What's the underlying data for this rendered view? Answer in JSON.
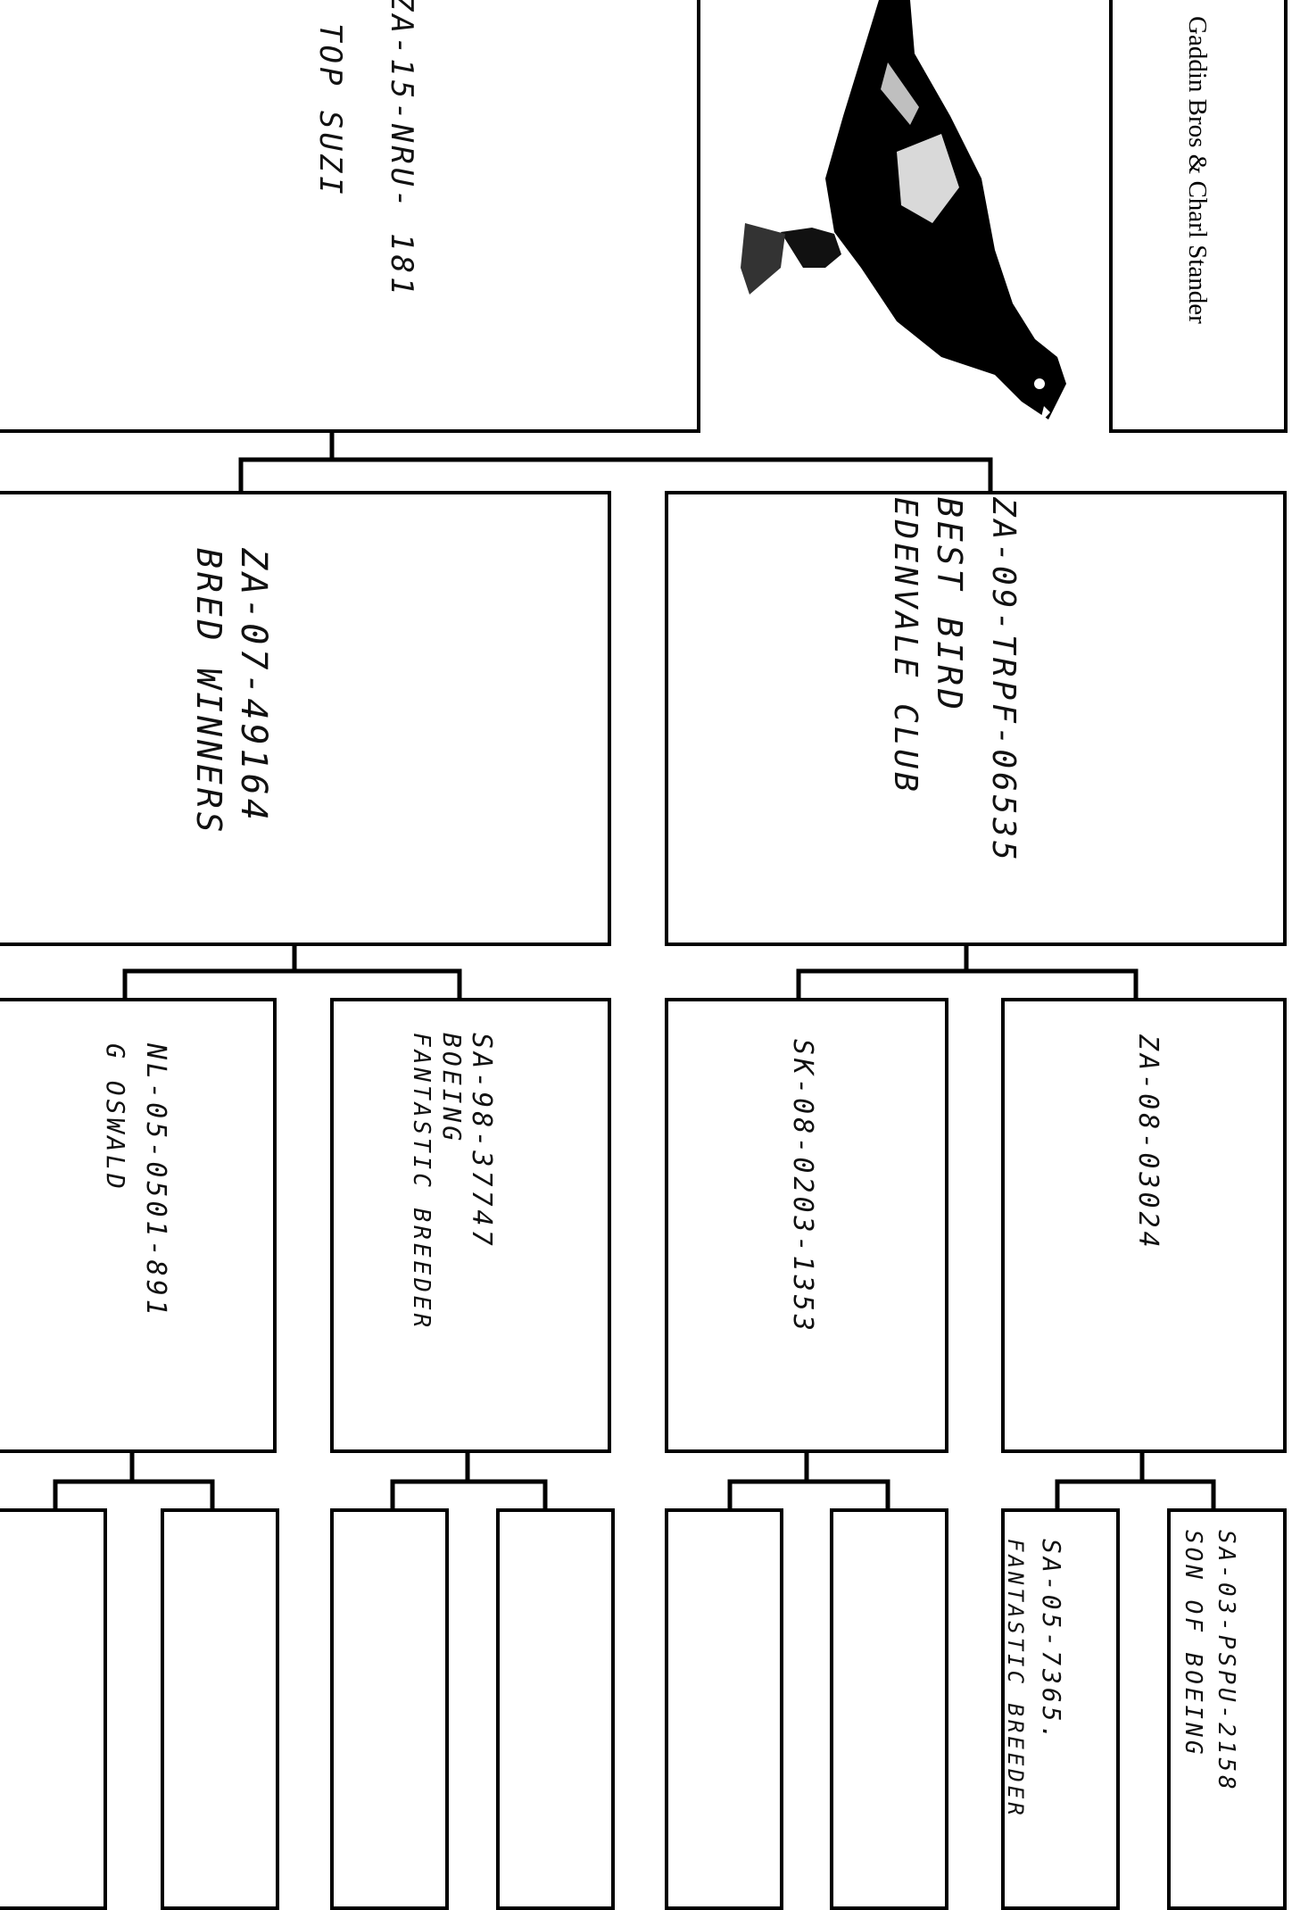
{
  "breeder": {
    "name": "Gaddin Bros & Charl Stander"
  },
  "subject": {
    "ring": "ZA-15-NRU- 181",
    "name": "TOP SUZI"
  },
  "sire": {
    "ring": "ZA-09-TRPF-06535",
    "line1": "BEST BIRD",
    "line2": "EDENVALE CLUB"
  },
  "dam": {
    "ring": "ZA-07-49164",
    "line1": "BRED WINNERS"
  },
  "sire_sire": {
    "ring": "ZA-08-03024"
  },
  "sire_dam": {
    "ring": "SK-08-0203-1353"
  },
  "dam_sire": {
    "ring": "SA-98-37747",
    "line1": "BOEING",
    "line2": "FANTASTIC BREEDER"
  },
  "dam_dam": {
    "ring": "NL-05-0501-891",
    "line1": "G OSWALD"
  },
  "gg1": {
    "ring": "SA-03-PSPU-2158",
    "line1": "SON OF BOEING"
  },
  "gg2": {
    "ring": "SA-05-7365.",
    "line1": "FANTASTIC BREEDER"
  },
  "icons": {
    "photo": "pigeon-photo-icon"
  }
}
